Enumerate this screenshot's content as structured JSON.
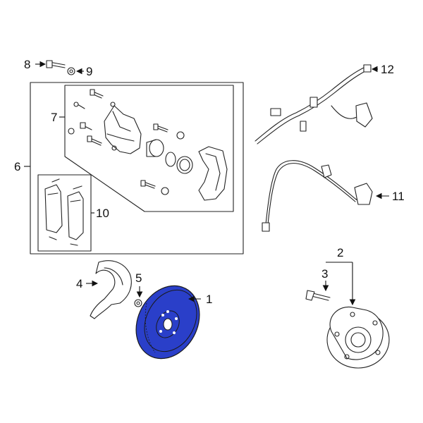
{
  "diagram": {
    "callouts": {
      "c1": "1",
      "c2": "2",
      "c3": "3",
      "c4": "4",
      "c5": "5",
      "c6": "6",
      "c7": "7",
      "c8": "8",
      "c9": "9",
      "c10": "10",
      "c11": "11",
      "c12": "12"
    },
    "highlight_color": "#2a3fc9",
    "highlighted_part": "1"
  }
}
